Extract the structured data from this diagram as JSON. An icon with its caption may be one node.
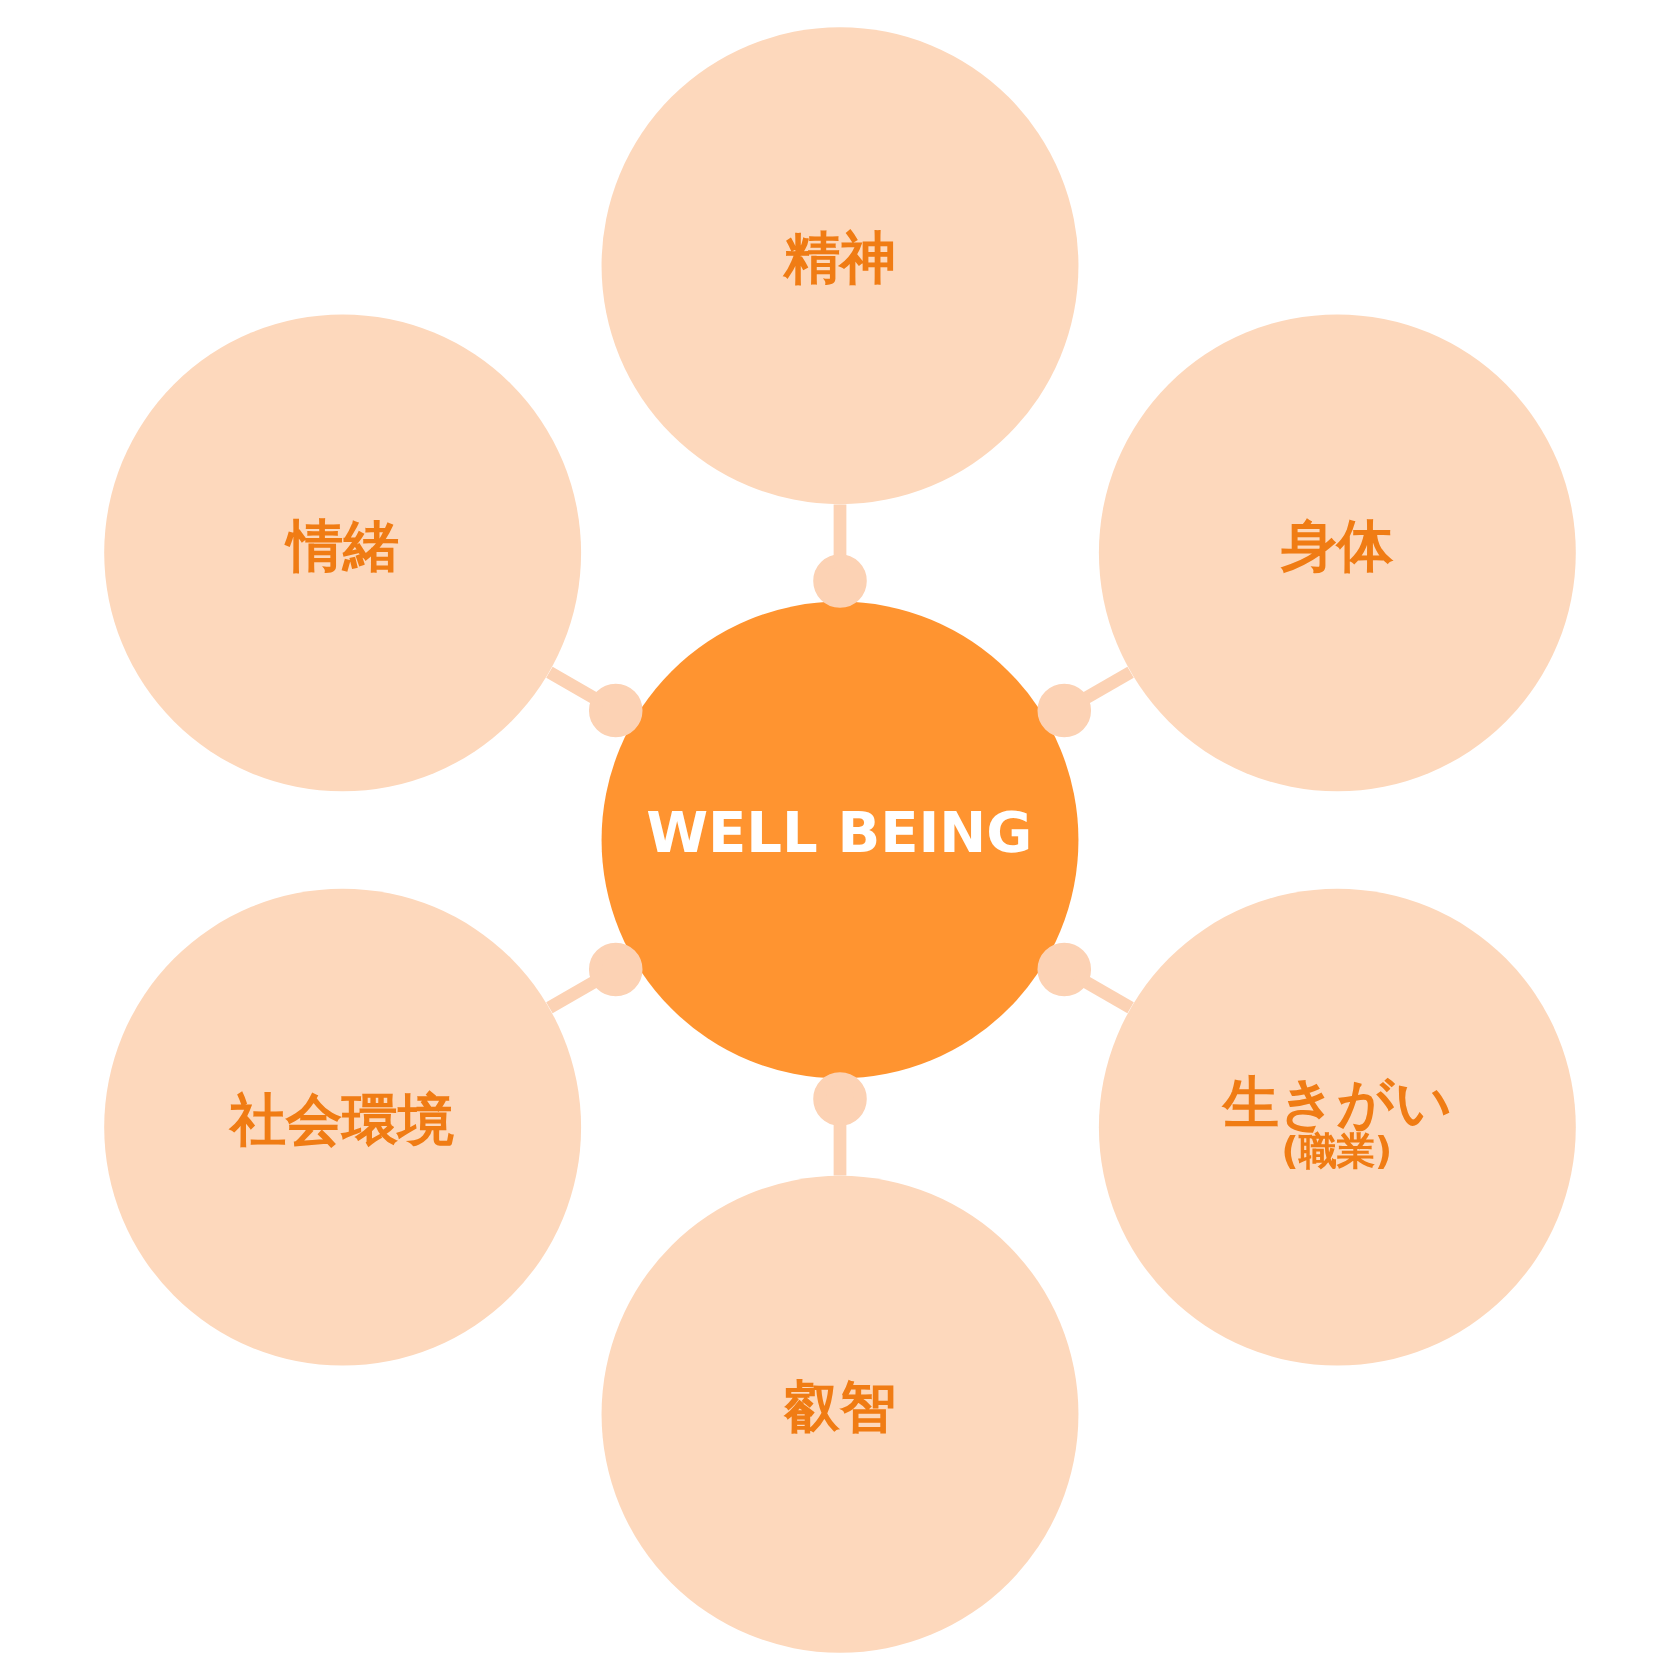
{
  "diagram": {
    "nodes": [
      {
        "text": [
          "WELL BEING"
        ]
      },
      {
        "text": [
          "身体"
        ]
      },
      {
        "text": [
          "精神"
        ]
      },
      {
        "text": [
          "情緒"
        ]
      },
      {
        "text": [
          "社会環境"
        ]
      },
      {
        "text": [
          "叡智"
        ]
      },
      {
        "text": [
          "生きがい",
          "(職業)"
        ]
      }
    ],
    "edges": [
      {
        "from": 0,
        "to": 1,
        "arrow": "other"
      },
      {
        "from": 0,
        "to": 2,
        "arrow": "other"
      },
      {
        "from": 0,
        "to": 3,
        "arrow": "other"
      },
      {
        "from": 0,
        "to": 4,
        "arrow": "other"
      },
      {
        "from": 0,
        "to": 5,
        "arrow": "other"
      },
      {
        "from": 0,
        "to": 6,
        "arrow": "other"
      }
    ]
  }
}
